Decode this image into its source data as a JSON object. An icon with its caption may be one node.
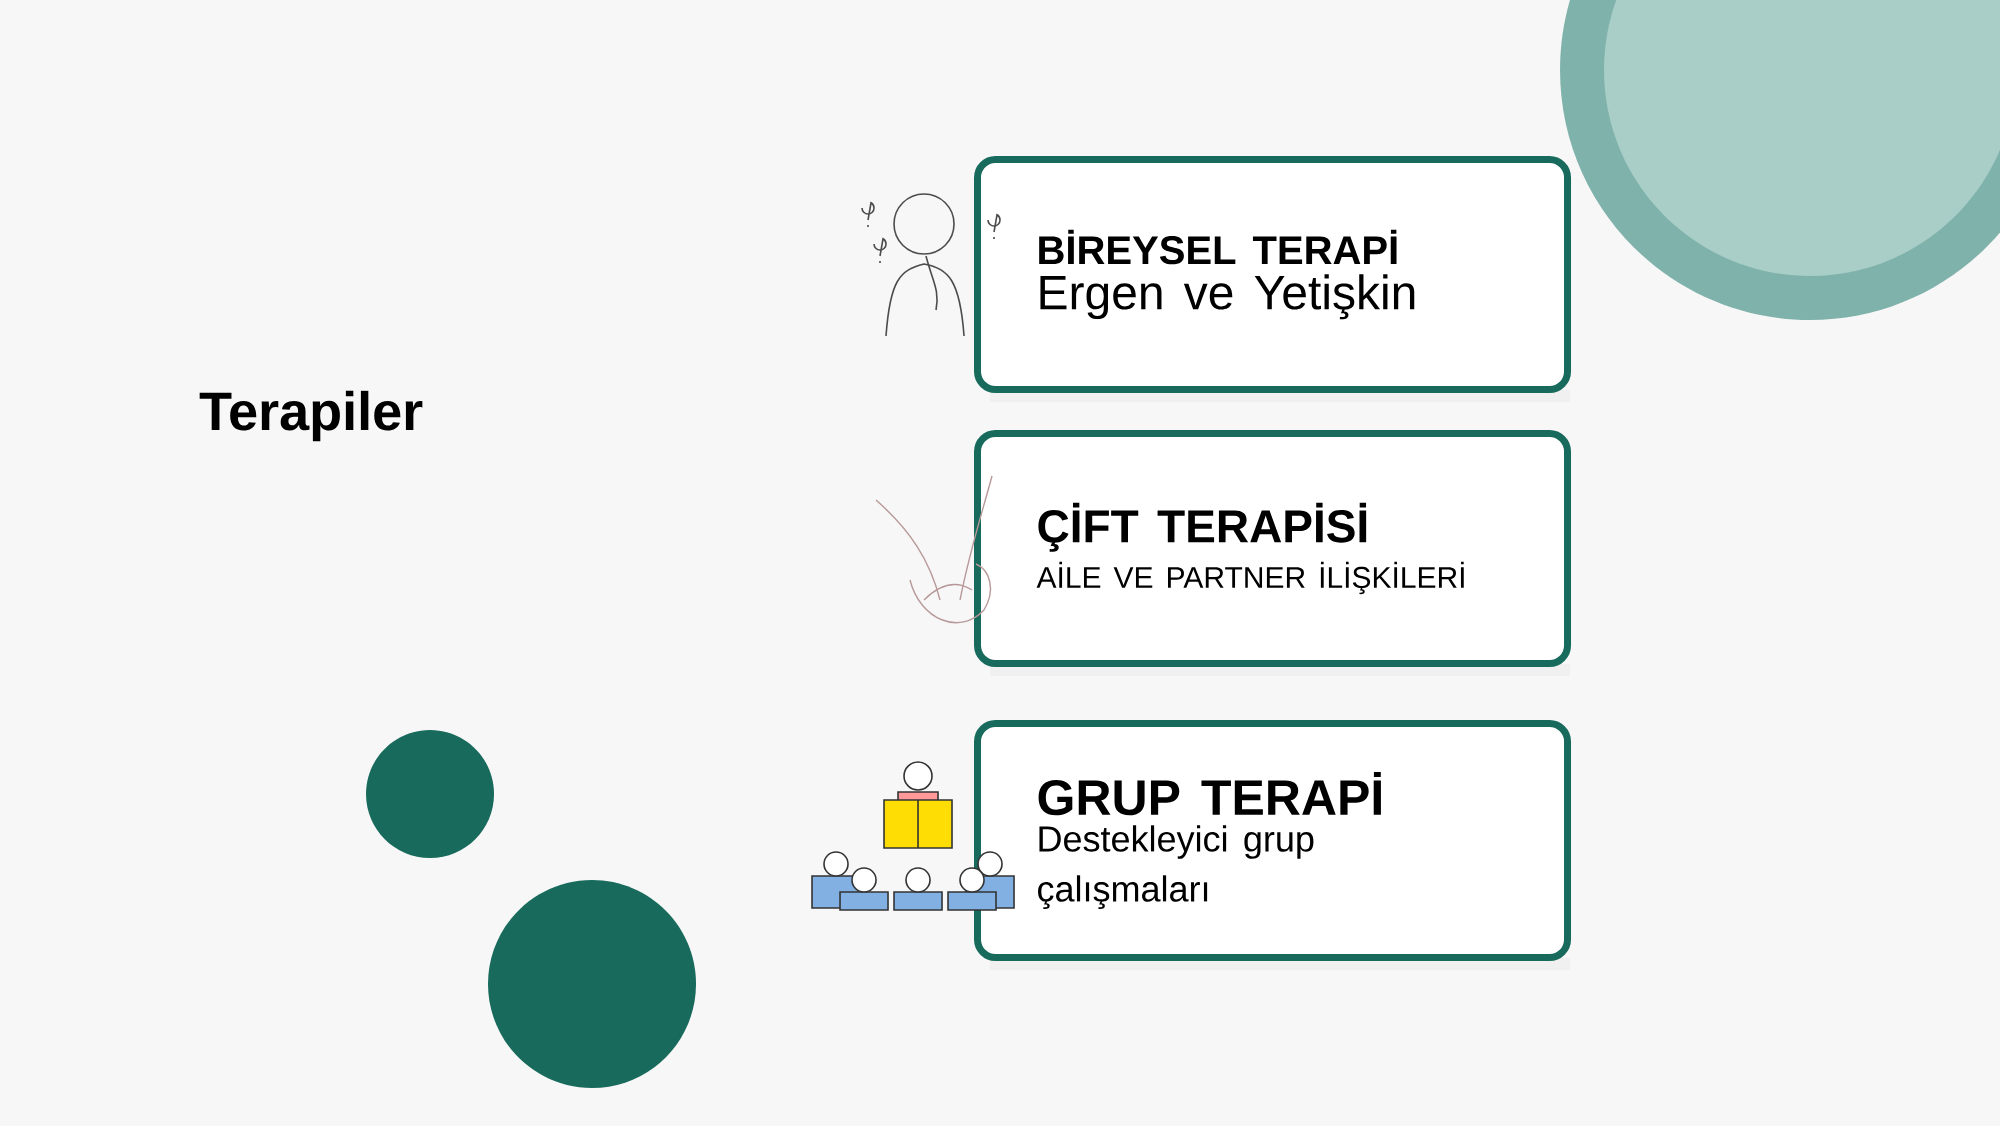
{
  "diagram": {
    "title": "Terapiler",
    "nodes": [
      {
        "text": [
          "BİREYSEL TERAPİ",
          "Ergen ve Yetişkin"
        ]
      },
      {
        "text": [
          "ÇİFT TERAPİSİ",
          "AİLE VE PARTNER İLİŞKİLERİ"
        ]
      },
      {
        "text": [
          "GRUP TERAPİ",
          "Destekleyici grup çalışmaları"
        ]
      }
    ]
  }
}
